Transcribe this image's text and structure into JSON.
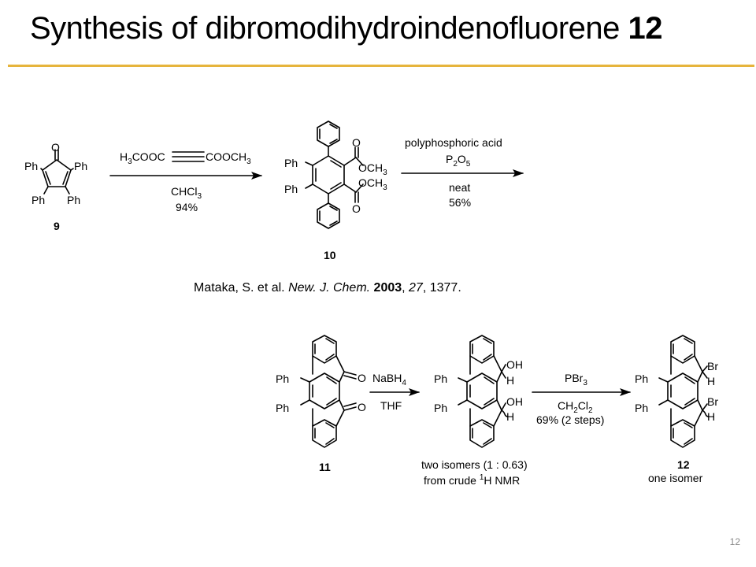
{
  "slide": {
    "title": "Synthesis of dibromodihydroindenofluorene",
    "title_bold": "12",
    "accent_color": "#e6b43c",
    "page_number": "12"
  },
  "reference": {
    "authors": "Mataka, S. et al.",
    "journal": "New. J. Chem.",
    "year": "2003",
    "volume": "27",
    "pages": "1377."
  },
  "labels": {
    "ph": "Ph",
    "oxygen": "O",
    "och3": "OCH",
    "oh": "OH",
    "h": "H",
    "br": "Br",
    "sub3": "3"
  },
  "compounds": {
    "c9": "9",
    "c10": "10",
    "c11": "11",
    "c12": "12"
  },
  "step1": {
    "reagent_a": "H",
    "reagent_a_sub": "3",
    "reagent_a_rest": "COOC",
    "reagent_b": "COOCH",
    "reagent_b_sub": "3",
    "solvent": "CHCl",
    "solvent_sub": "3",
    "yield": "94%"
  },
  "step2": {
    "reagent": "polyphosphoric acid",
    "reagent2": "P",
    "reagent2_sub1": "2",
    "reagent2_mid": "O",
    "reagent2_sub2": "5",
    "condition": "neat",
    "yield": "56%"
  },
  "step3": {
    "reagent": "NaBH",
    "reagent_sub": "4",
    "solvent": "THF"
  },
  "step4": {
    "reagent": "PBr",
    "reagent_sub": "3",
    "solvent_a": "CH",
    "solvent_sub1": "2",
    "solvent_b": "Cl",
    "solvent_sub2": "2",
    "yield": "69% (2 steps)"
  },
  "notes": {
    "isomers_line1": "two isomers (1 : 0.63)",
    "isomers_line2a": "from crude ",
    "isomers_sup": "1",
    "isomers_line2b": "H NMR",
    "one_isomer": "one isomer"
  }
}
